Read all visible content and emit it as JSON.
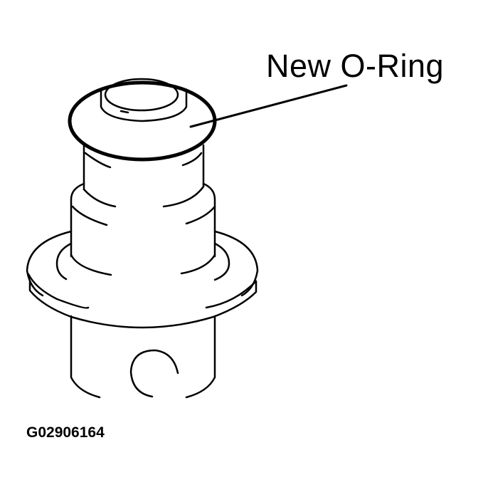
{
  "diagram": {
    "subject": "fuel pressure regulator",
    "callouts": [
      {
        "label": "New O-Ring",
        "target": "o-ring on upper groove"
      }
    ],
    "figure_id": "G02906164",
    "colors": {
      "line": "#000000",
      "background": "#ffffff"
    }
  }
}
